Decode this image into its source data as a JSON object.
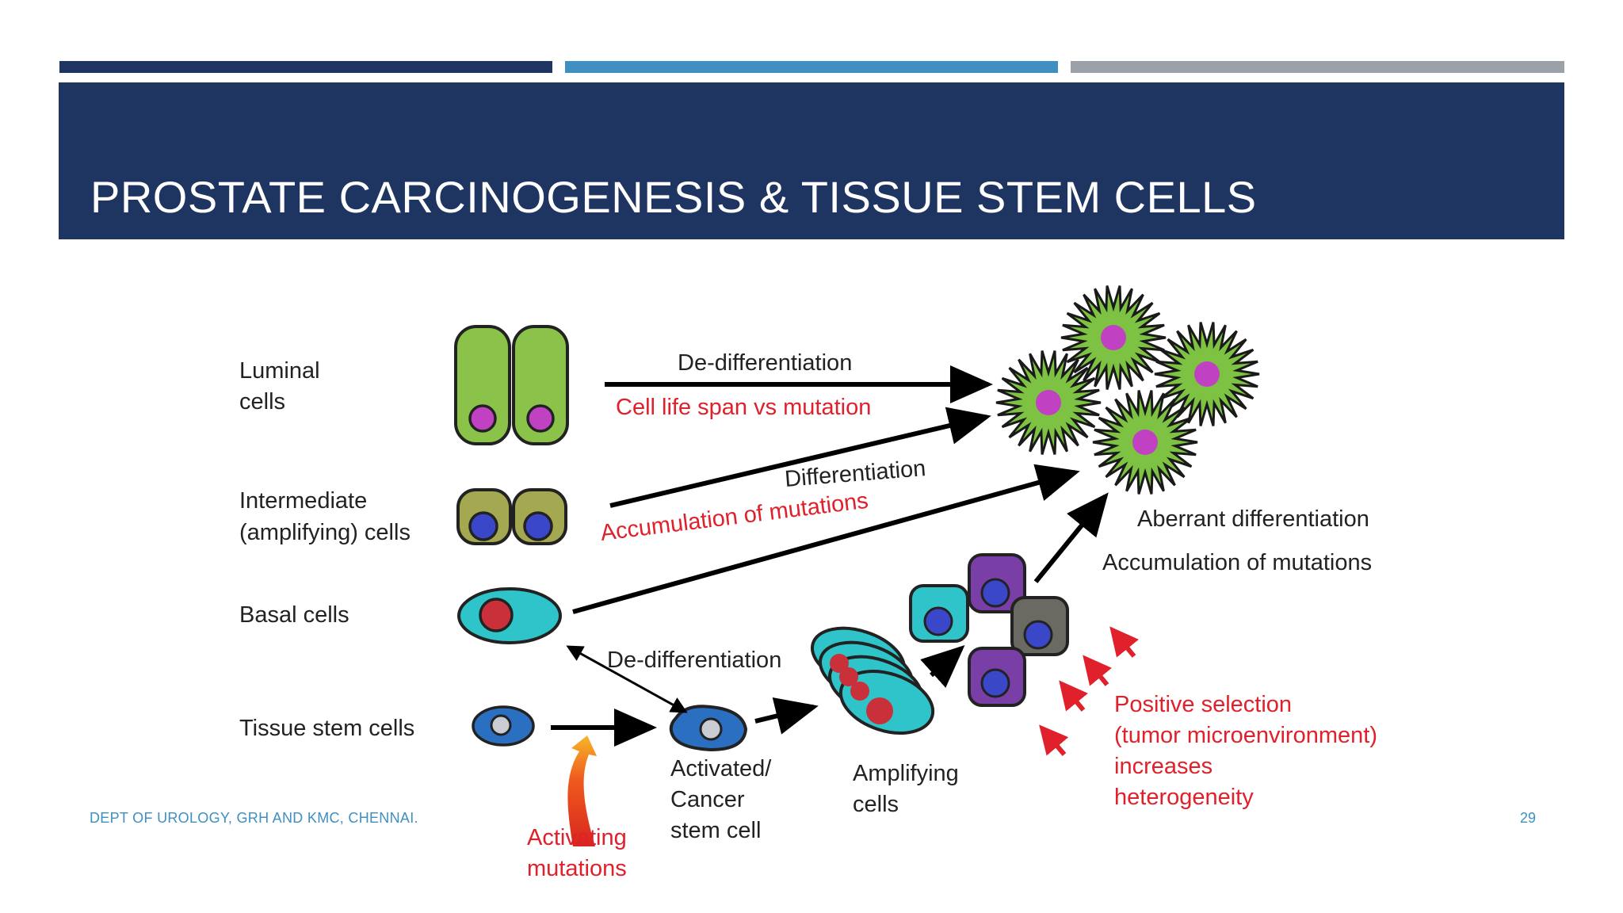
{
  "colors": {
    "navy": "#1e3461",
    "accent_blue": "#3f8fc0",
    "gray": "#9aa1a9",
    "red_text": "#e0202a",
    "footer_text": "#3f8fc0",
    "luminal_green": "#8bc34a",
    "intermediate_olive": "#a3a851",
    "cyan_cell": "#2ec4c9",
    "stem_blue": "#2b6fc0",
    "nucleus_magenta": "#c042c3",
    "nucleus_blue": "#3a47c8",
    "nucleus_red": "#c9303a",
    "purple_cell": "#7a3fa6",
    "gray_cell": "#6a6a62",
    "star_green": "#7dc242"
  },
  "slide": {
    "title": "PROSTATE CARCINOGENESIS & TISSUE STEM CELLS",
    "footer_left": "DEPT OF UROLOGY, GRH AND KMC, CHENNAI.",
    "page_number": "29"
  },
  "diagram": {
    "row_labels": {
      "luminal_1": "Luminal",
      "luminal_2": "cells",
      "intermediate_1": "Intermediate",
      "intermediate_2": "(amplifying) cells",
      "basal": "Basal cells",
      "tissue_stem": "Tissue stem cells"
    },
    "arrow_labels": {
      "dedifferentiation_top": "De-differentiation",
      "cell_life_span": "Cell life span vs mutation",
      "differentiation": "Differentiation",
      "accumulation_red": "Accumulation of mutations",
      "dedifferentiation_mid": "De-differentiation",
      "aberrant": "Aberrant differentiation",
      "accumulation_black": "Accumulation of mutations"
    },
    "cell_labels": {
      "activated_1": "Activated/",
      "activated_2": "Cancer",
      "activated_3": "stem cell",
      "amplifying_1": "Amplifying",
      "amplifying_2": "cells",
      "activating_1": "Activating",
      "activating_2": "mutations"
    },
    "selection_labels": {
      "line1": "Positive selection",
      "line2": "(tumor microenvironment)",
      "line3": "increases",
      "line4": "heterogeneity"
    }
  }
}
